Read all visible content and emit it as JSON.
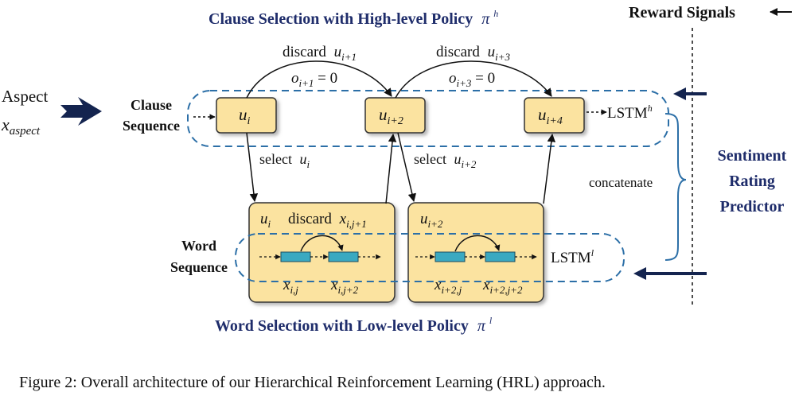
{
  "high_policy": {
    "title": "Clause Selection with High-level Policy",
    "symbol": "π",
    "sup": "h"
  },
  "low_policy": {
    "title": "Word Selection with Low-level Policy",
    "symbol": "π",
    "sup": "l"
  },
  "reward": {
    "label": "Reward Signals"
  },
  "aspect": {
    "word": "Aspect",
    "var": "x",
    "sub": "aspect"
  },
  "clause_seq": {
    "line1": "Clause",
    "line2": "Sequence"
  },
  "word_seq": {
    "line1": "Word",
    "line2": "Sequence"
  },
  "clauses": [
    {
      "var": "u",
      "sub": "i"
    },
    {
      "var": "u",
      "sub": "i+2"
    },
    {
      "var": "u",
      "sub": "i+4"
    }
  ],
  "lstm_high": {
    "text": "LSTM",
    "sup": "h"
  },
  "lstm_low": {
    "text": "LSTM",
    "sup": "l"
  },
  "discard_top_1": {
    "word": "discard",
    "var": "u",
    "sub": "i+1"
  },
  "option_1": {
    "var": "o",
    "sub": "i+1",
    "rest": " = 0"
  },
  "discard_top_2": {
    "word": "discard",
    "var": "u",
    "sub": "i+3"
  },
  "option_2": {
    "var": "o",
    "sub": "i+3",
    "rest": " = 0"
  },
  "select_1": {
    "word": "select",
    "var": "u",
    "sub": "i"
  },
  "select_2": {
    "word": "select",
    "var": "u",
    "sub": "i+2"
  },
  "concatenate": "concatenate",
  "sentiment": {
    "line1": "Sentiment",
    "line2": "Rating",
    "line3": "Predictor"
  },
  "panel1": {
    "head_var": "u",
    "head_sub": "i",
    "discard_word": "discard",
    "discard_var": "x",
    "discard_sub": "i,j+1",
    "w1_var": "x",
    "w1_sub": "i,j",
    "w2_var": "x",
    "w2_sub": "i,j+2"
  },
  "panel2": {
    "head_var": "u",
    "head_sub": "i+2",
    "w1_var": "x",
    "w1_sub": "i+2,j",
    "w2_var": "x",
    "w2_sub": "i+2,j+2"
  },
  "caption": "Figure 2: Overall architecture of our Hierarchical Reinforcement Learning (HRL) approach.",
  "colors": {
    "title_navy": "#1f2d6b",
    "box_fill": "#fbe3a0",
    "box_stroke": "#333333",
    "dash_blue": "#2c6fa7",
    "teal": "#3aa9c1",
    "arrow_navy": "#14244f"
  }
}
